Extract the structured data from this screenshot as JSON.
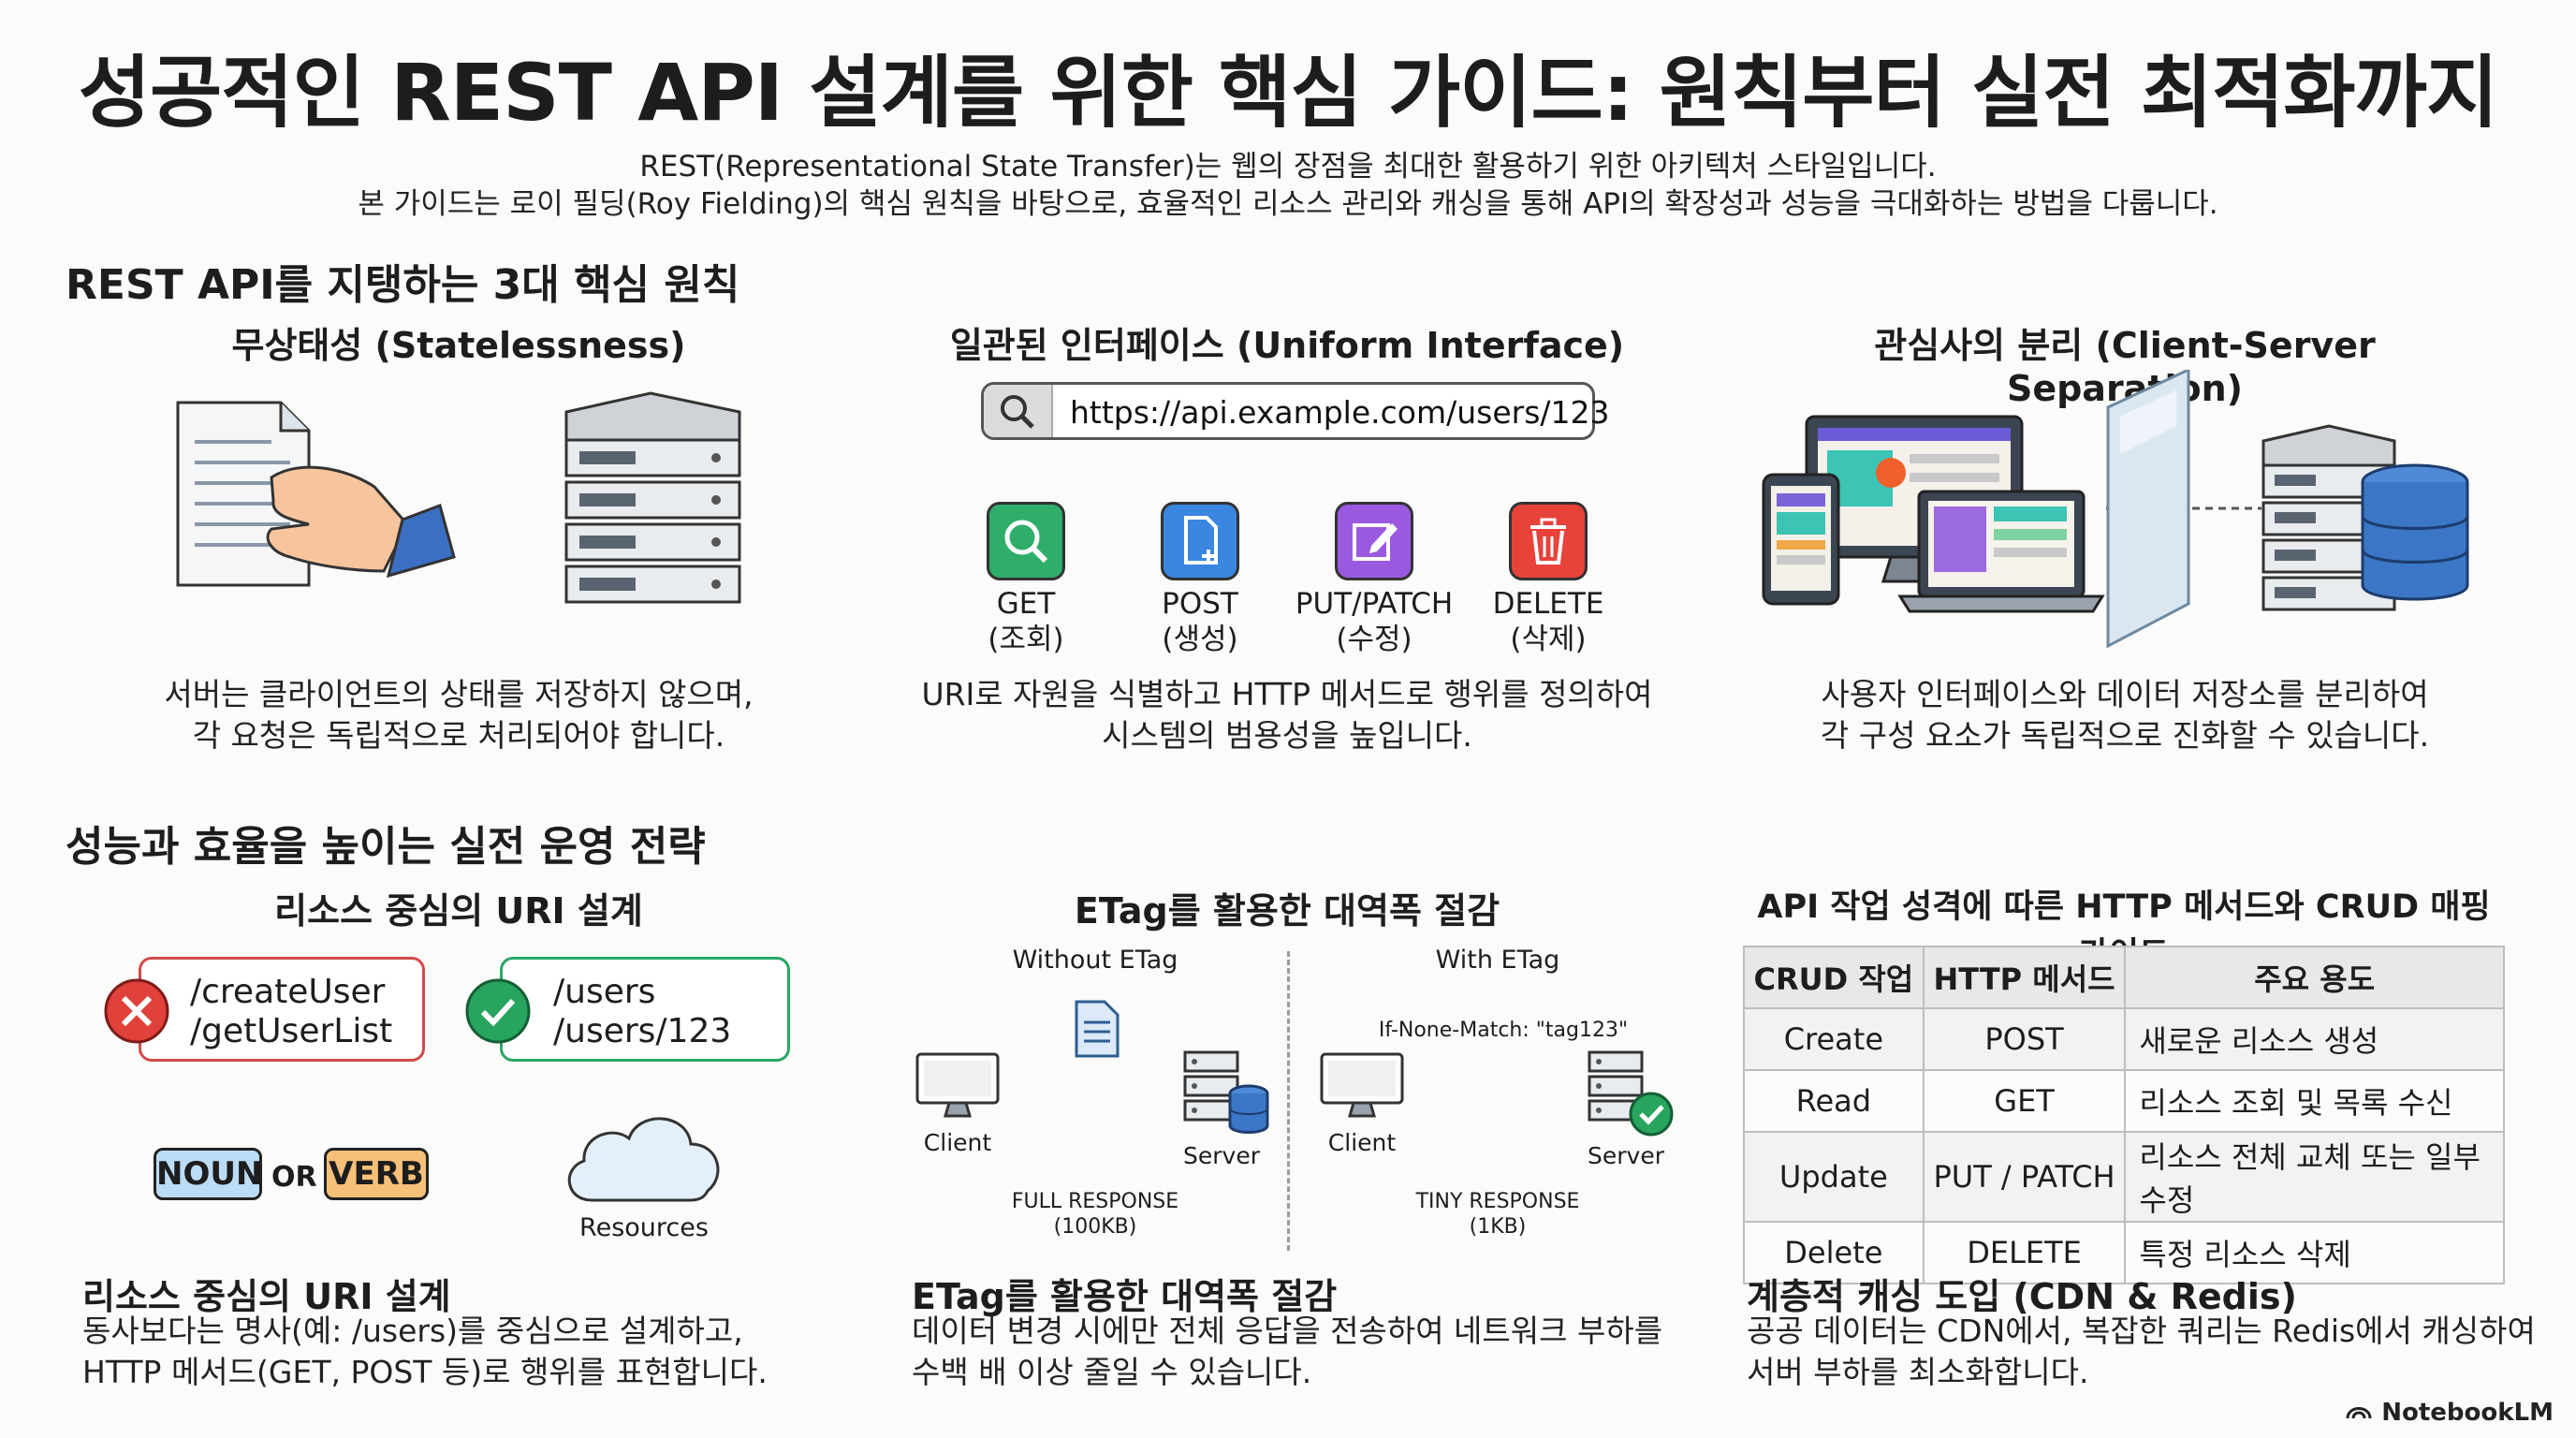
{
  "title": "성공적인 REST API 설계를 위한 핵심 가이드: 원칙부터 실전 최적화까지",
  "intro": [
    "REST(Representational State Transfer)는 웹의 장점을 최대한 활용하기 위한 아키텍처 스타일입니다.",
    "본 가이드는 로이 필딩(Roy Fielding)의 핵심 원칙을 바탕으로, 효율적인 리소스 관리와 캐싱을 통해 API의 확장성과 성능을 극대화하는 방법을 다룹니다."
  ],
  "principles": {
    "heading": "REST API를 지탱하는 3대 핵심 원칙",
    "stateless": {
      "title": "무상태성 (Statelessness)",
      "desc": [
        "서버는 클라이언트의 상태를 저장하지 않으며,",
        "각 요청은 독립적으로 처리되어야 합니다."
      ]
    },
    "uniform": {
      "title": "일관된 인터페이스 (Uniform Interface)",
      "url": "https://api.example.com/users/123",
      "methods": [
        {
          "name": "GET",
          "sub": "(조회)",
          "color": "#2fae6a",
          "icon": "search-icon"
        },
        {
          "name": "POST",
          "sub": "(생성)",
          "color": "#3a86e0",
          "icon": "add-document-icon"
        },
        {
          "name": "PUT/PATCH",
          "sub": "(수정)",
          "color": "#9b59e0",
          "icon": "edit-icon"
        },
        {
          "name": "DELETE",
          "sub": "(삭제)",
          "color": "#e8433b",
          "icon": "trash-icon"
        }
      ],
      "desc": [
        "URI로 자원을 식별하고 HTTP 메서드로 행위를 정의하여",
        "시스템의 범용성을 높입니다."
      ]
    },
    "separation": {
      "title": "관심사의 분리 (Client-Server Separation)",
      "desc": [
        "사용자 인터페이스와 데이터 저장소를 분리하여",
        "각 구성 요소가 독립적으로 진화할 수 있습니다."
      ]
    }
  },
  "strategies": {
    "heading": "성능과 효율을 높이는 실전 운영 전략",
    "uri": {
      "title": "리소스 중심의 URI 설계",
      "bad": [
        "/createUser",
        "/getUserList"
      ],
      "good": [
        "/users",
        "/users/123"
      ],
      "noun": "NOUN",
      "or": "OR",
      "verb": "VERB",
      "resources": "Resources",
      "bottom_title": "리소스 중심의 URI 설계",
      "bottom_desc": [
        "동사보다는 명사(예: /users)를 중심으로 설계하고,",
        "HTTP 메서드(GET, POST 등)로 행위를 표현합니다."
      ]
    },
    "etag": {
      "title": "ETag를 활용한 대역폭 절감",
      "without": "Without ETag",
      "with": "With ETag",
      "header": "If-None-Match: \"tag123\"",
      "client": "Client",
      "server": "Server",
      "full": [
        "FULL RESPONSE",
        "(100KB)"
      ],
      "tinyresp": [
        "TINY RESPONSE",
        "(1KB)"
      ],
      "bottom_title": "ETag를 활용한 대역폭 절감",
      "bottom_desc": [
        "데이터 변경 시에만 전체 응답을 전송하여 네트워크 부하를",
        "수백 배 이상 줄일 수 있습니다."
      ]
    },
    "table": {
      "title": "API 작업 성격에 따른 HTTP 메서드와 CRUD 매핑 가이드",
      "headers": [
        "CRUD 작업",
        "HTTP 메서드",
        "주요 용도"
      ],
      "rows": [
        [
          "Create",
          "POST",
          "새로운 리소스 생성"
        ],
        [
          "Read",
          "GET",
          "리소스 조회 및 목록 수신"
        ],
        [
          "Update",
          "PUT / PATCH",
          "리소스 전체 교체 또는 일부 수정"
        ],
        [
          "Delete",
          "DELETE",
          "특정 리소스 삭제"
        ]
      ]
    },
    "cache": {
      "bottom_title": "계층적 캐싱 도입 (CDN & Redis)",
      "bottom_desc": [
        "공공 데이터는 CDN에서, 복잡한 쿼리는 Redis에서 캐싱하여",
        "서버 부하를 최소화합니다."
      ]
    }
  },
  "brand": "NotebookLM"
}
